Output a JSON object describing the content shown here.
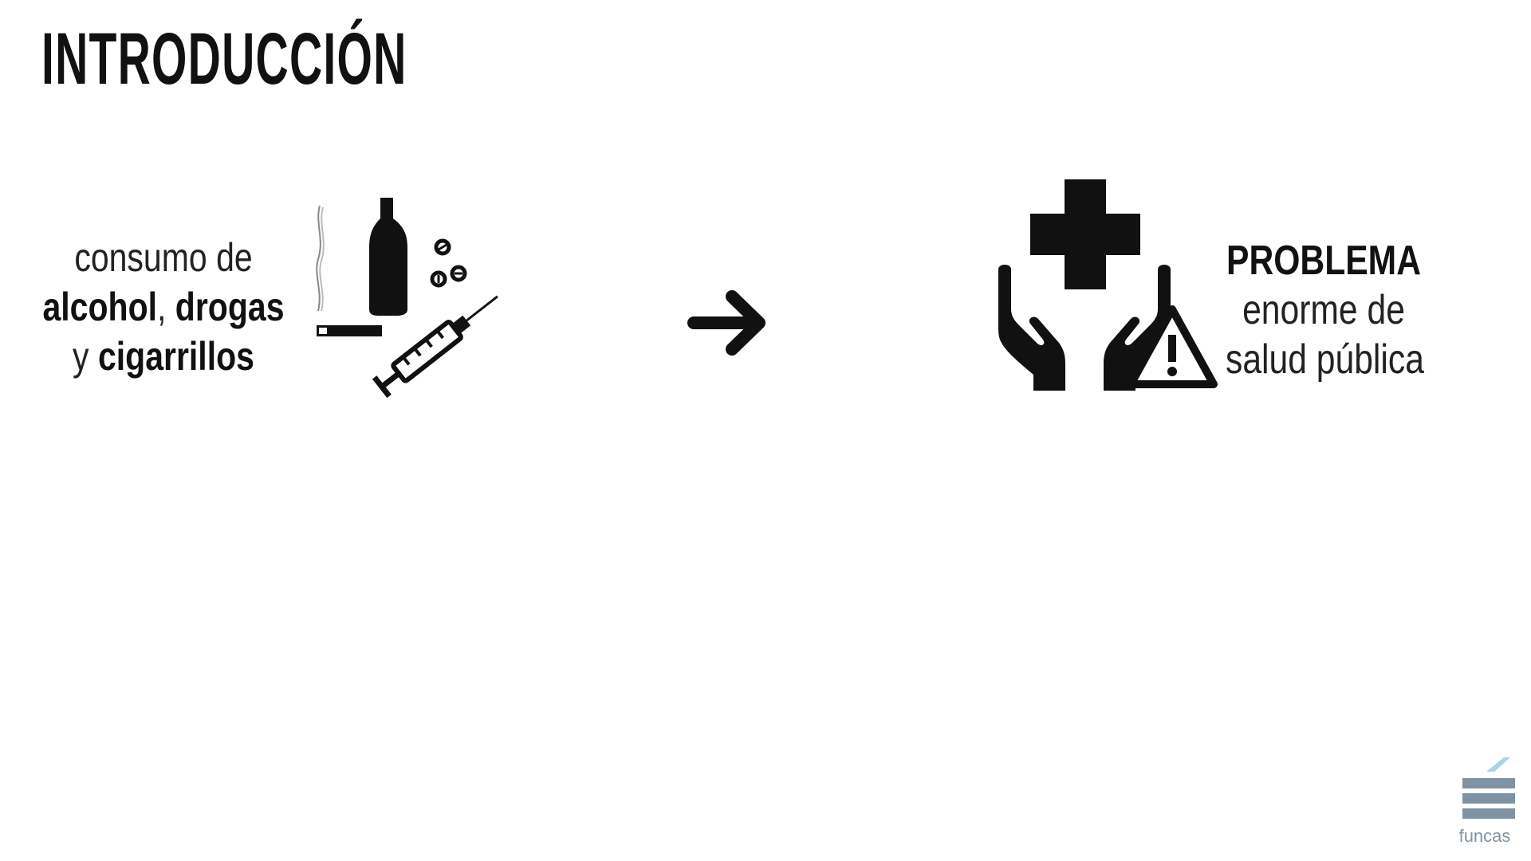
{
  "slide": {
    "title": "INTRODUCCIÓN"
  },
  "left": {
    "line1": "consumo de",
    "line2_bold1": "alcohol",
    "line2_sep": ", ",
    "line2_bold2": "drogas",
    "line3_prefix": "y ",
    "line3_bold": "cigarrillos",
    "icon": "substances-icon"
  },
  "arrow": {
    "icon": "arrow-right-icon"
  },
  "right": {
    "line1": "PROBLEMA",
    "line2": "enorme de",
    "line3": "salud pública",
    "icon": "health-warning-icon"
  },
  "logo": {
    "text": "funcas",
    "color": "#7e94a4"
  },
  "colors": {
    "text": "#111111",
    "background": "#ffffff"
  }
}
